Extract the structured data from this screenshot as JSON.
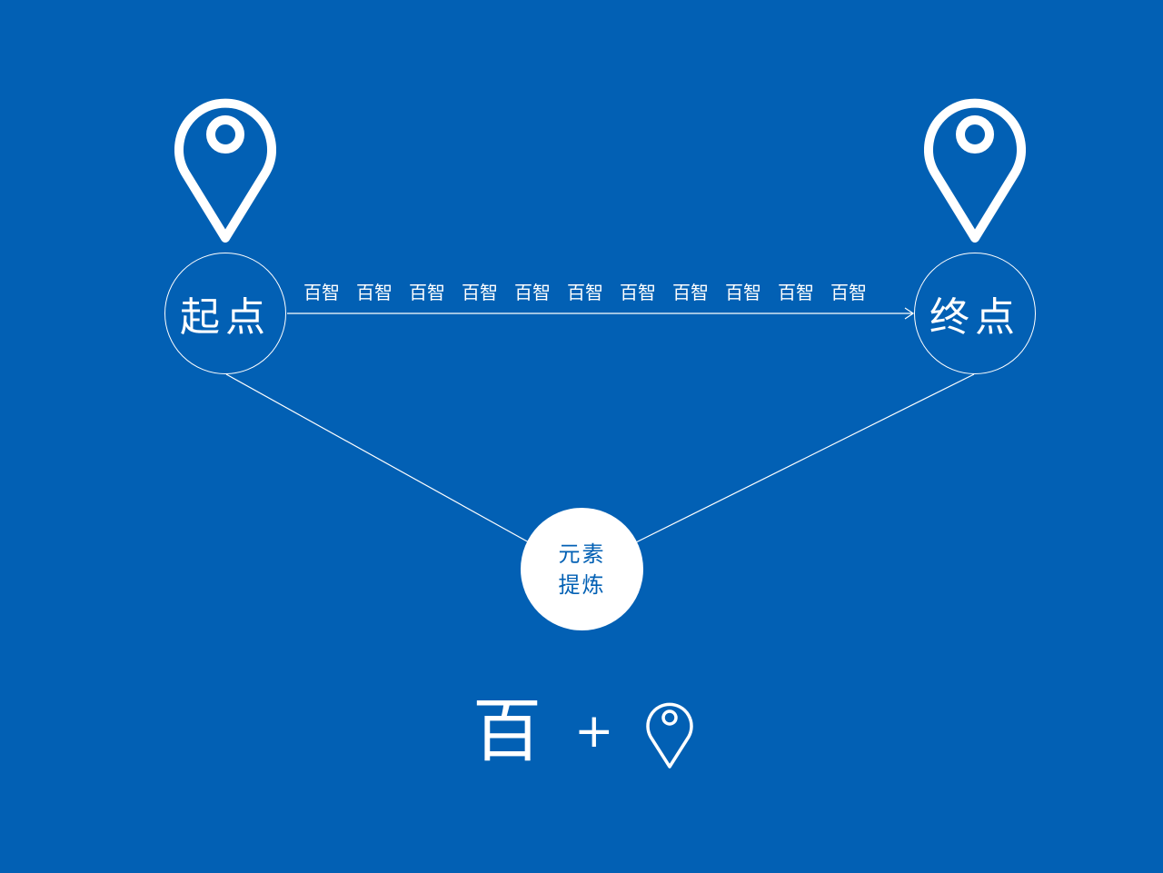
{
  "colors": {
    "background": "#0260b4",
    "foreground": "#ffffff"
  },
  "nodes": {
    "start_label": "起点",
    "end_label": "终点",
    "center_line1": "元素",
    "center_line2": "提炼"
  },
  "path_words": [
    "百智",
    "百智",
    "百智",
    "百智",
    "百智",
    "百智",
    "百智",
    "百智",
    "百智",
    "百智",
    "百智"
  ],
  "formula": {
    "character": "百",
    "operator": "+",
    "icon": "location-pin-icon"
  },
  "icons": {
    "start_pin": "location-pin-icon",
    "end_pin": "location-pin-icon"
  }
}
